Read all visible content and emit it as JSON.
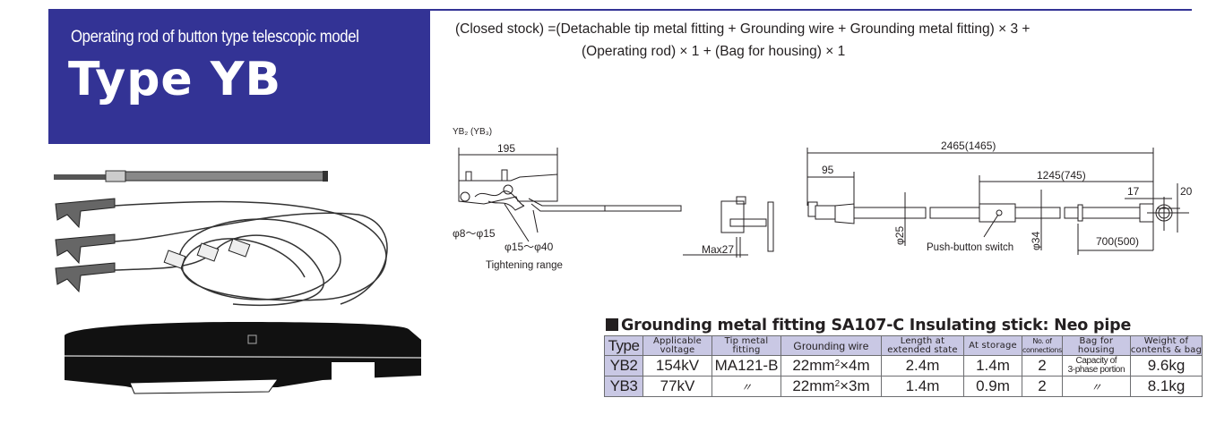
{
  "banner": {
    "subtitle": "Operating rod of button type telescopic model",
    "title": "Type YB",
    "color": "#333395"
  },
  "formula": {
    "line1": "(Closed stock) =(Detachable tip metal fitting + Grounding wire + Grounding metal fitting) × 3 +",
    "line2": "(Operating rod) × 1 + (Bag for housing) × 1"
  },
  "photo": {
    "description": "Photo of operating rod, three grounding clamps with wires, three grounding metal fittings, and black housing bag"
  },
  "left_diagram": {
    "model_label": "YB₂ (YB₃)",
    "dim_width": "195",
    "range_small": "φ8～φ15",
    "range_large": "φ15～φ40",
    "range_caption": "Tightening range",
    "max_label": "Max27"
  },
  "right_diagram": {
    "total_length": "2465(1465)",
    "tip_length": "95",
    "upper_section": "1245(745)",
    "ring_offset": "17",
    "ring_size": "20",
    "dia_lower": "φ25",
    "dia_upper": "φ34",
    "switch_label": "Push-button switch",
    "end_section": "700(500)"
  },
  "table": {
    "title": "Grounding metal fitting SA107-C Insulating stick: Neo pipe",
    "headers": {
      "type": "Type",
      "voltage": [
        "Applicable",
        "voltage"
      ],
      "tip": [
        "Tip metal",
        "fitting"
      ],
      "wire": "Grounding wire",
      "length": [
        "Length at",
        "extended state"
      ],
      "storage": "At storage",
      "connections": [
        "No. of",
        "connections"
      ],
      "bag": [
        "Bag for",
        "housing"
      ],
      "weight": [
        "Weight of",
        "contents & bag"
      ]
    },
    "rows": [
      {
        "type": "YB2",
        "voltage": "154kV",
        "tip": "MA121-B",
        "wire_base": "22mm",
        "wire_exp": "2",
        "wire_tail": "×4m",
        "length": "2.4m",
        "storage": "1.4m",
        "connections": "2",
        "bag": [
          "Capacity of",
          "3-phase portion"
        ],
        "weight": "9.6kg"
      },
      {
        "type": "YB3",
        "voltage": "77kV",
        "tip": "〃",
        "wire_base": "22mm",
        "wire_exp": "2",
        "wire_tail": "×3m",
        "length": "1.4m",
        "storage": "0.9m",
        "connections": "2",
        "bag": [
          "〃",
          ""
        ],
        "weight": "8.1kg"
      }
    ],
    "header_color": "#c9c8e4"
  }
}
